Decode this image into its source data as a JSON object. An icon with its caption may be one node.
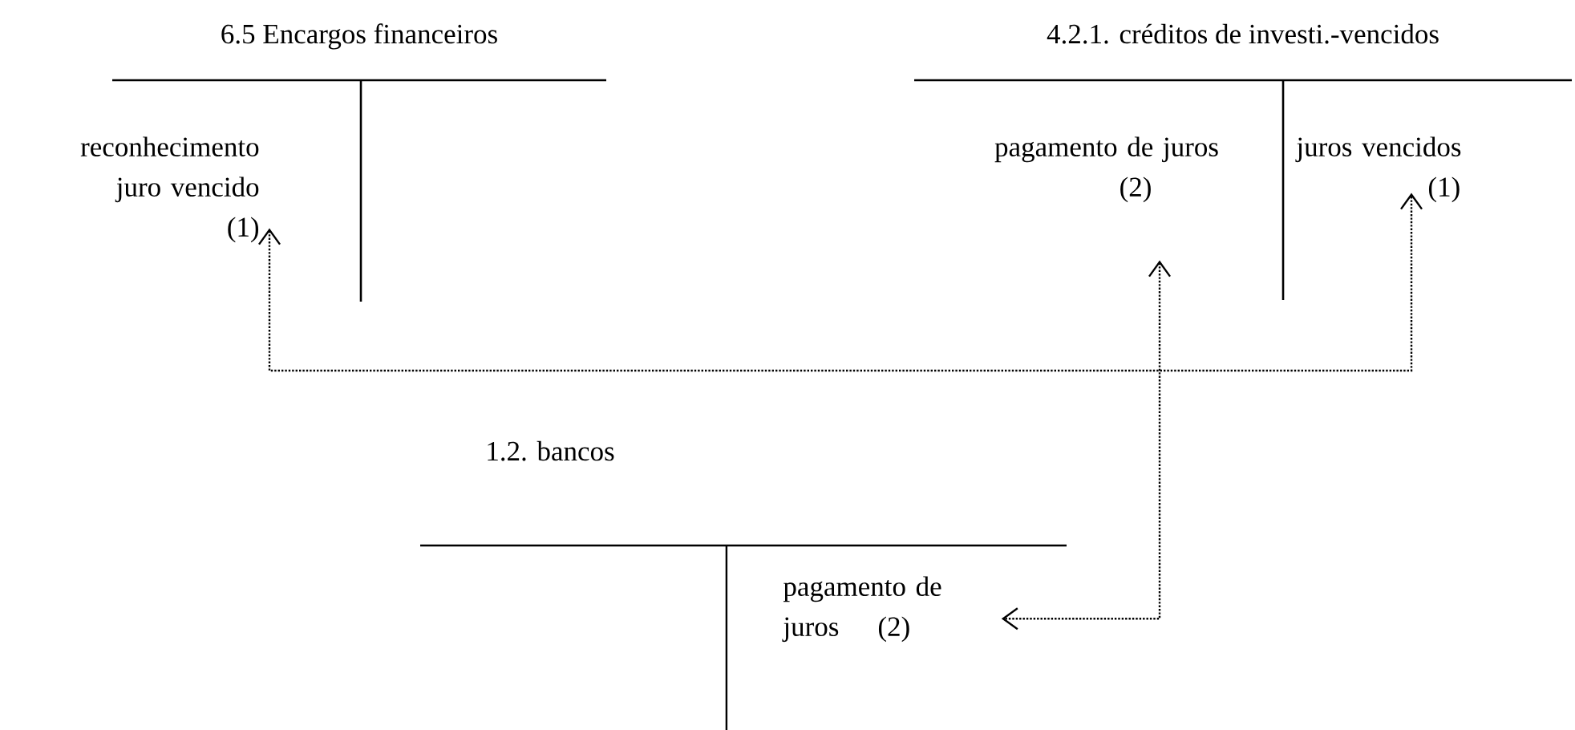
{
  "diagram": {
    "nodes": [
      {
        "text": [
          "6.5 Encargos financeiros"
        ]
      },
      {
        "text": [
          "reconhecimento juro vencido",
          "(1)"
        ],
        "in": 0
      },
      {
        "text": [
          "4.2.1. créditos de investi.-vencidos"
        ]
      },
      {
        "text": [
          "pagamento de juros",
          "(2)"
        ],
        "in": 2
      },
      {
        "text": [
          "juros vencidos",
          "(1)"
        ],
        "in": 2
      },
      {
        "text": [
          "1.2. bancos"
        ]
      },
      {
        "text": [
          "pagamento de juros",
          "(2)"
        ],
        "in": 5
      }
    ],
    "edges": [
      {
        "from": 1,
        "to": 4,
        "arrow": "both",
        "style": "dashed"
      },
      {
        "from": 3,
        "to": 6,
        "arrow": "both",
        "style": "dashed"
      }
    ]
  }
}
